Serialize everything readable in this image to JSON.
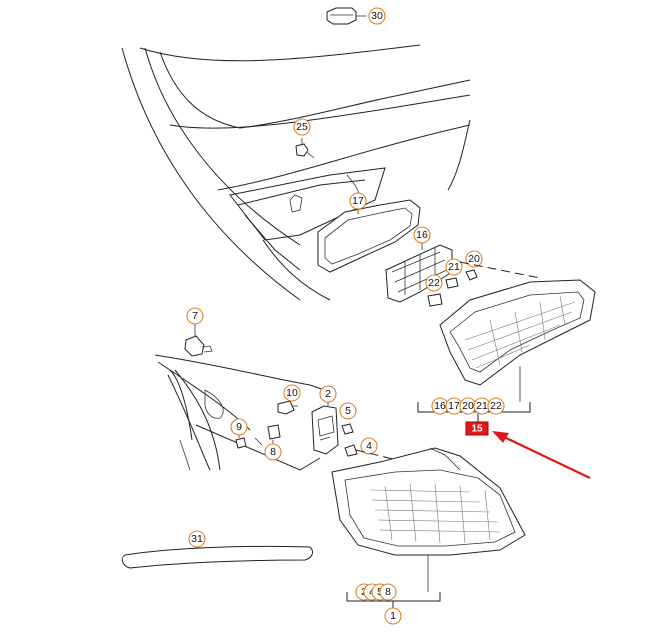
{
  "callouts": {
    "c30": "30",
    "c25": "25",
    "c17": "17",
    "c16": "16",
    "c20": "20",
    "c21": "21",
    "c22": "22",
    "c7": "7",
    "c10": "10",
    "c2": "2",
    "c5": "5",
    "c4": "4",
    "c9": "9",
    "c8": "8",
    "c31": "31",
    "c1": "1"
  },
  "groups": {
    "upper_assembly": [
      "16",
      "17",
      "20",
      "21",
      "22"
    ],
    "upper_assembly_ref": "15",
    "lower_assembly": [
      "2",
      "4",
      "5",
      "8"
    ]
  },
  "colors": {
    "callout_ring": "#d9842b",
    "highlight_box": "#e01818",
    "arrow": "#e01818",
    "lines": "#222222"
  }
}
